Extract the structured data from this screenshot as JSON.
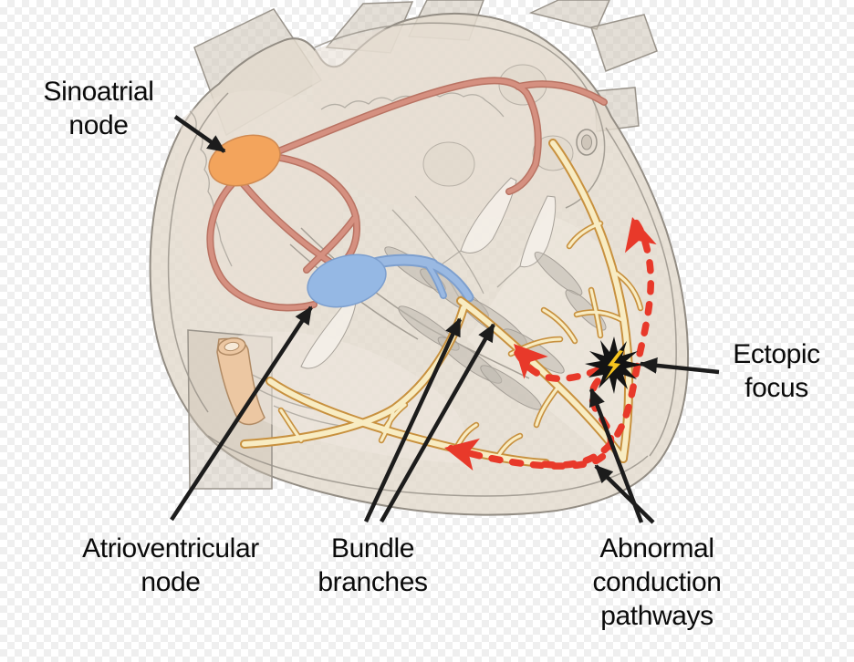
{
  "figure": {
    "type": "anatomical-diagram",
    "subject": "Heart cross-section showing the cardiac conduction system with an ectopic focus and abnormal conduction pathways",
    "background": "transparency-checkerboard"
  },
  "labels": {
    "sinoatrial_node": "Sinoatrial\nnode",
    "atrioventricular_node": "Atrioventricular\nnode",
    "bundle_branches": "Bundle\nbranches",
    "ectopic_focus": "Ectopic\nfocus",
    "abnormal_conduction_pathways": "Abnormal\nconduction\npathways"
  },
  "colors": {
    "sa_node": "#f3a45c",
    "sa_node_outline": "#d08a52",
    "av_node": "#95b8e4",
    "av_node_outline": "#7d9fce",
    "internodal_pathway": "#d59080",
    "purkinje_fiber_fill": "#f8ecc2",
    "purkinje_fiber_outline": "#c8913f",
    "abnormal_pathway_red": "#e8392a",
    "heart_wall": "#e3dacd",
    "outline_gray": "#938d84",
    "ectopic_star": "#141414",
    "lightning_bolt": "#f7c51e",
    "label_text": "#0a0a0a",
    "checker_gray": "#efefef"
  }
}
